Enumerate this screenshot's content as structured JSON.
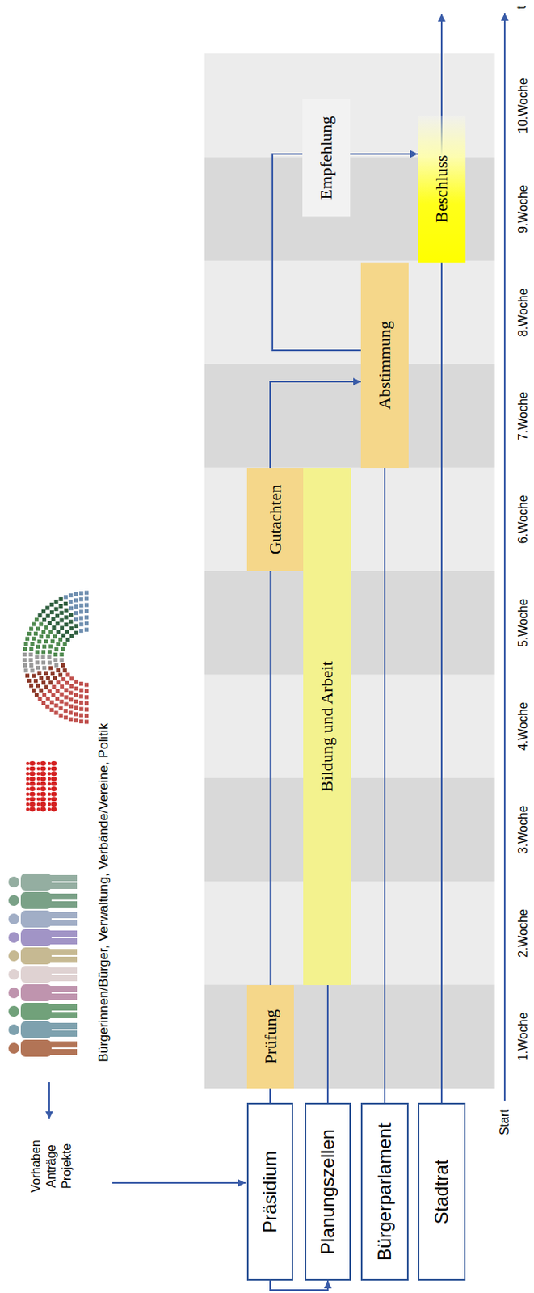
{
  "diagram": {
    "nodes": [
      {
        "text": [
          "Präsidium"
        ]
      },
      {
        "text": [
          "Planungszellen"
        ]
      },
      {
        "text": [
          "Bürgerparlament"
        ]
      },
      {
        "text": [
          "Stadtrat"
        ]
      },
      {
        "text": [
          "Prüfung"
        ]
      },
      {
        "text": [
          "Bildung und Arbeit"
        ]
      },
      {
        "text": [
          "Gutachten"
        ]
      },
      {
        "text": [
          "Abstimmung"
        ]
      },
      {
        "text": [
          "Beschluss"
        ]
      }
    ],
    "edges": [
      {
        "from": 0,
        "to": 1,
        "arrow": "to"
      },
      {
        "from": 0,
        "to": 4,
        "arrow": "none"
      },
      {
        "from": 4,
        "to": 6,
        "arrow": "none"
      },
      {
        "from": 6,
        "to": 7,
        "arrow": "to"
      },
      {
        "from": 1,
        "to": 5,
        "arrow": "none"
      },
      {
        "from": 2,
        "to": 7,
        "arrow": "none"
      },
      {
        "from": 7,
        "to": 8,
        "label": "Empfehlung",
        "arrow": "to"
      },
      {
        "from": 3,
        "to": 8,
        "arrow": "none"
      }
    ],
    "labels": [
      "Vorhaben Anträge Projekte",
      "Bürgerinnen/Bürger, Verwaltung, Verbände/Vereine, Politik",
      "Start",
      "1.Woche",
      "2.Woche",
      "3.Woche",
      "4.Woche",
      "5.Woche",
      "6.Woche",
      "7.Woche",
      "8.Woche",
      "9.Woche",
      "10.Woche",
      "t"
    ]
  }
}
